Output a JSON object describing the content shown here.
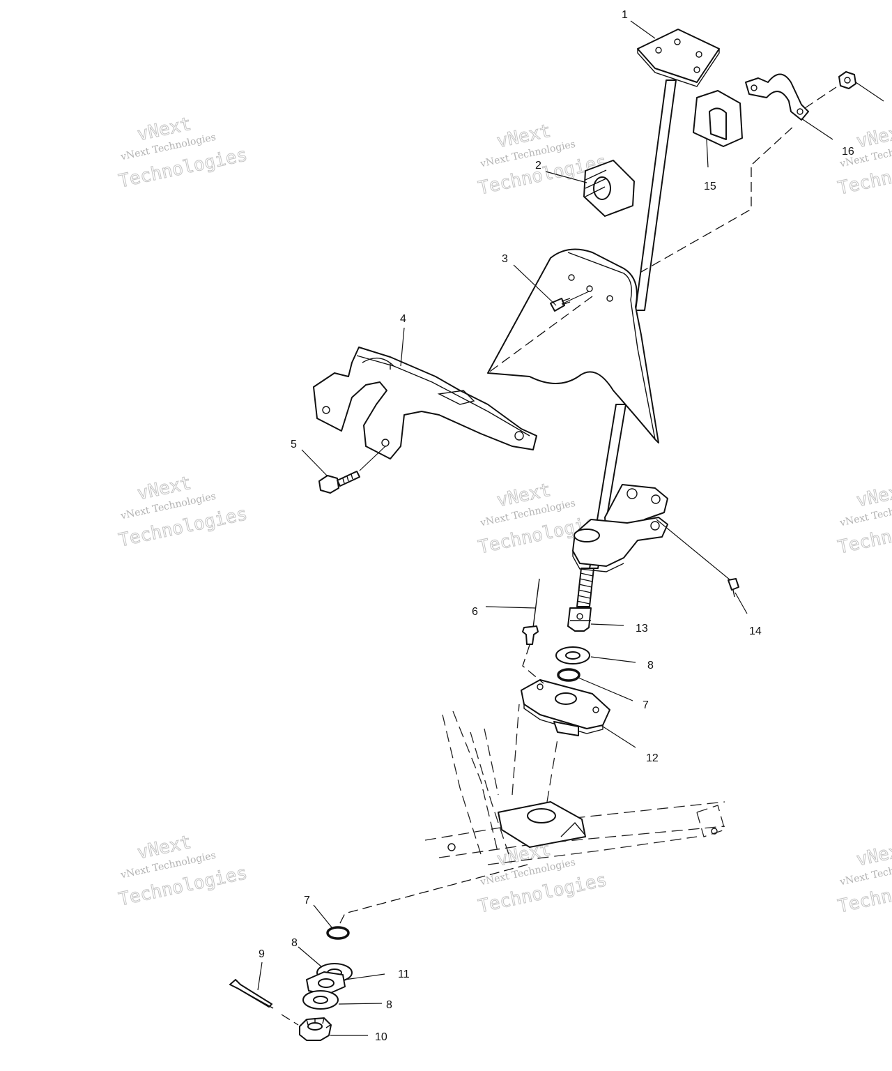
{
  "watermark": {
    "line1": "vNext",
    "line2": "vNext Technologies",
    "line3": "Technologies"
  },
  "callouts": {
    "p1": "1",
    "p2": "2",
    "p3": "3",
    "p4": "4",
    "p5": "5",
    "p6": "6",
    "p7a": "7",
    "p7b": "7",
    "p8a": "8",
    "p8b": "8",
    "p8c": "8",
    "p9": "9",
    "p10": "10",
    "p11": "11",
    "p12": "12",
    "p13": "13",
    "p14": "14",
    "p15": "15",
    "p16": "16"
  }
}
